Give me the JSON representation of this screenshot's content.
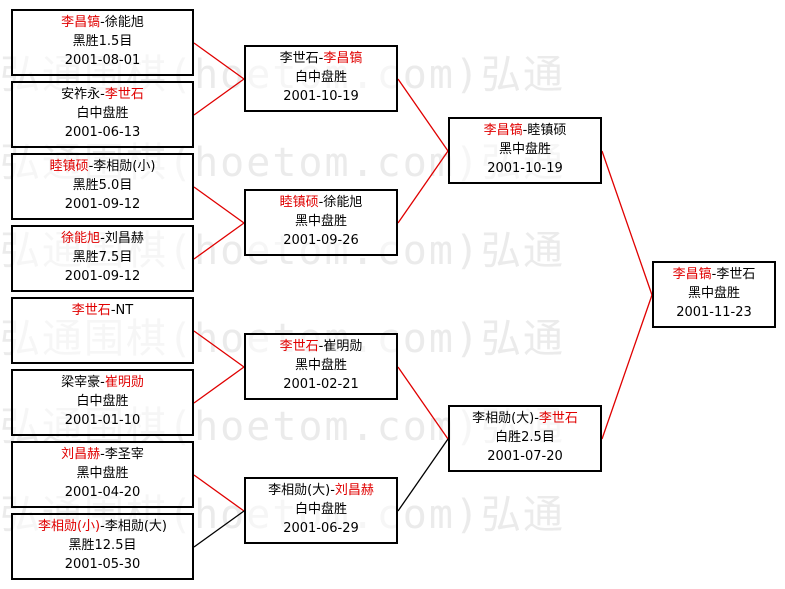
{
  "watermark": "弘通围棋(hoetom.com)弘通",
  "games": {
    "r1_1": {
      "winner": "李昌镐",
      "sep": "-",
      "other": "徐能旭",
      "winner_first": true,
      "result": "黑胜1.5目",
      "date": "2001-08-01"
    },
    "r1_2": {
      "winner": "李世石",
      "sep": "-",
      "other": "安祚永",
      "winner_first": false,
      "result": "白中盘胜",
      "date": "2001-06-13"
    },
    "r1_3": {
      "winner": "睦镇硕",
      "sep": "-",
      "other": "李相勋(小)",
      "winner_first": true,
      "result": "黑胜5.0目",
      "date": "2001-09-12"
    },
    "r1_4": {
      "winner": "徐能旭",
      "sep": "-",
      "other": "刘昌赫",
      "winner_first": true,
      "result": "黑胜7.5目",
      "date": "2001-09-12"
    },
    "r1_5": {
      "winner": "李世石",
      "sep": "-",
      "other": "NT",
      "winner_first": true,
      "result": "",
      "date": ""
    },
    "r1_6": {
      "winner": "崔明勋",
      "sep": "-",
      "other": "梁宰豪",
      "winner_first": false,
      "result": "白中盘胜",
      "date": "2001-01-10"
    },
    "r1_7": {
      "winner": "刘昌赫",
      "sep": "-",
      "other": "李圣宰",
      "winner_first": true,
      "result": "黑中盘胜",
      "date": "2001-04-20"
    },
    "r1_8": {
      "winner": "李相勋(小)",
      "sep": "-",
      "other": "李相勋(大)",
      "winner_first": true,
      "result": "黑胜12.5目",
      "date": "2001-05-30"
    },
    "r2_1": {
      "winner": "李昌镐",
      "sep": "-",
      "other": "李世石",
      "winner_first": false,
      "result": "白中盘胜",
      "date": "2001-10-19"
    },
    "r2_2": {
      "winner": "睦镇硕",
      "sep": "-",
      "other": "徐能旭",
      "winner_first": true,
      "result": "黑中盘胜",
      "date": "2001-09-26"
    },
    "r2_3": {
      "winner": "李世石",
      "sep": "-",
      "other": "崔明勋",
      "winner_first": true,
      "result": "黑中盘胜",
      "date": "2001-02-21"
    },
    "r2_4": {
      "winner": "刘昌赫",
      "sep": "-",
      "other": "李相勋(大)",
      "winner_first": false,
      "result": "白中盘胜",
      "date": "2001-06-29"
    },
    "r3_1": {
      "winner": "李昌镐",
      "sep": "-",
      "other": "睦镇硕",
      "winner_first": true,
      "result": "黑中盘胜",
      "date": "2001-10-19"
    },
    "r3_2": {
      "winner": "李世石",
      "sep": "-",
      "other": "李相勋(大)",
      "winner_first": false,
      "result": "白胜2.5目",
      "date": "2001-07-20"
    },
    "final": {
      "winner": "李昌镐",
      "sep": "-",
      "other": "李世石",
      "winner_first": true,
      "result": "黑中盘胜",
      "date": "2001-11-23"
    }
  },
  "colors": {
    "winner": "#e00000",
    "line_red": "#e00000",
    "line_black": "#000000",
    "border": "#000000"
  }
}
